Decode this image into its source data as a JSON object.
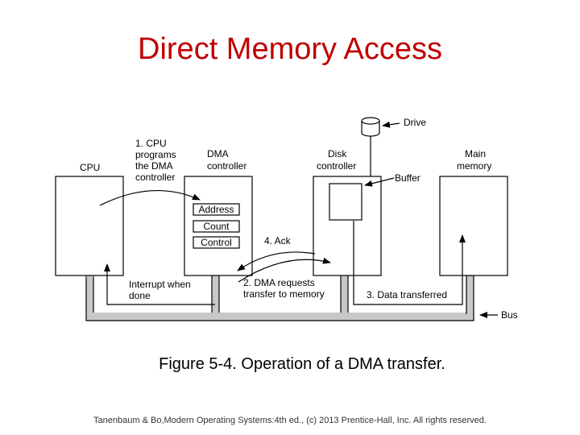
{
  "title": "Direct Memory Access",
  "diagram": {
    "labels": {
      "cpu": "CPU",
      "dma_controller": [
        "DMA",
        "controller"
      ],
      "disk_controller": [
        "Disk",
        "controller"
      ],
      "main_memory": [
        "Main",
        "memory"
      ],
      "drive": "Drive",
      "buffer": "Buffer",
      "bus": "Bus",
      "registers": [
        "Address",
        "Count",
        "Control"
      ],
      "step1": [
        "1. CPU",
        "programs",
        "the DMA",
        "controller"
      ],
      "step2": [
        "2. DMA requests",
        "transfer to memory"
      ],
      "step3": "3. Data transferred",
      "step4": "4. Ack",
      "interrupt": [
        "Interrupt when",
        "done"
      ]
    }
  },
  "caption": "Figure 5-4. Operation of a DMA transfer.",
  "footer": "Tanenbaum & Bo,Modern  Operating Systems:4th ed., (c) 2013 Prentice-Hall, Inc. All rights reserved."
}
